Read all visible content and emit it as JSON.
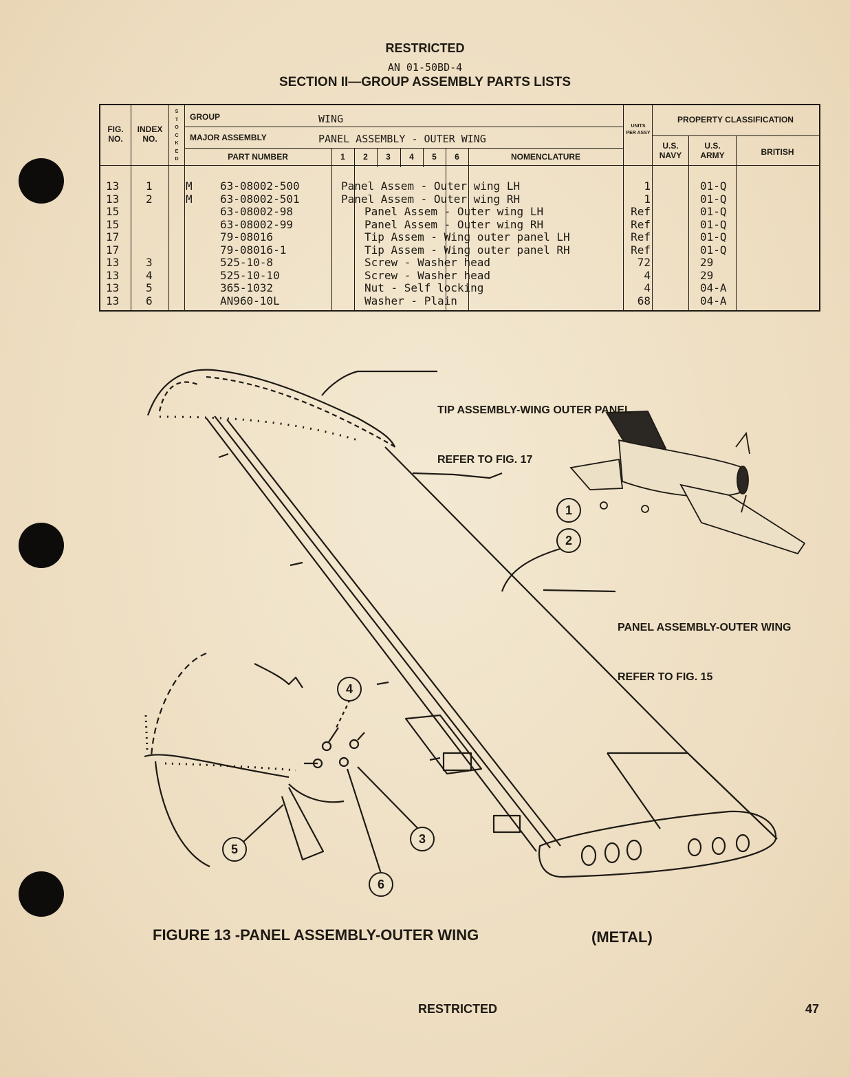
{
  "header": {
    "restricted": "RESTRICTED",
    "doc_number": "AN 01-50BD-4",
    "section_title": "SECTION II—GROUP ASSEMBLY PARTS LISTS"
  },
  "table": {
    "col_fig_no": "FIG. NO.",
    "col_index_no": "INDEX NO.",
    "col_stocked": [
      "S",
      "T",
      "O",
      "C",
      "K",
      "E",
      "D"
    ],
    "group_label": "GROUP",
    "group_value": "WING",
    "major_assembly_label": "MAJOR ASSEMBLY",
    "major_assembly_value": "PANEL ASSEMBLY - OUTER WING",
    "part_number_label": "PART NUMBER",
    "indent_cols": [
      "1",
      "2",
      "3",
      "4",
      "5",
      "6"
    ],
    "nomenclature_label": "NOMENCLATURE",
    "units_per_assy": "UNITS PER ASSY",
    "property_classification": "PROPERTY CLASSIFICATION",
    "us_navy": "U.S. NAVY",
    "us_army": "U.S. ARMY",
    "british": "BRITISH",
    "rows": [
      {
        "fig": "13",
        "index": "1",
        "stocked": "M",
        "part": "63-08002-500",
        "nomenclature": "Panel Assem - Outer wing LH",
        "indent": 0,
        "units": "1",
        "navy": "",
        "army": "01-Q",
        "british": ""
      },
      {
        "fig": "13",
        "index": "2",
        "stocked": "M",
        "part": "63-08002-501",
        "nomenclature": "Panel Assem - Outer wing RH",
        "indent": 0,
        "units": "1",
        "navy": "",
        "army": "01-Q",
        "british": ""
      },
      {
        "fig": "15",
        "index": "",
        "stocked": "",
        "part": "63-08002-98",
        "nomenclature": "Panel Assem - Outer wing LH",
        "indent": 1,
        "units": "Ref",
        "navy": "",
        "army": "01-Q",
        "british": ""
      },
      {
        "fig": "15",
        "index": "",
        "stocked": "",
        "part": "63-08002-99",
        "nomenclature": "Panel Assem - Outer wing RH",
        "indent": 1,
        "units": "Ref",
        "navy": "",
        "army": "01-Q",
        "british": ""
      },
      {
        "fig": "17",
        "index": "",
        "stocked": "",
        "part": "79-08016",
        "nomenclature": "Tip Assem - Wing outer panel LH",
        "indent": 1,
        "units": "Ref",
        "navy": "",
        "army": "01-Q",
        "british": ""
      },
      {
        "fig": "17",
        "index": "",
        "stocked": "",
        "part": "79-08016-1",
        "nomenclature": "Tip Assem - Wing outer panel RH",
        "indent": 1,
        "units": "Ref",
        "navy": "",
        "army": "01-Q",
        "british": ""
      },
      {
        "fig": "13",
        "index": "3",
        "stocked": "",
        "part": "525-10-8",
        "nomenclature": "Screw - Washer head",
        "indent": 1,
        "units": "72",
        "navy": "",
        "army": "29",
        "british": ""
      },
      {
        "fig": "13",
        "index": "4",
        "stocked": "",
        "part": "525-10-10",
        "nomenclature": "Screw - Washer head",
        "indent": 1,
        "units": "4",
        "navy": "",
        "army": "29",
        "british": ""
      },
      {
        "fig": "13",
        "index": "5",
        "stocked": "",
        "part": "365-1032",
        "nomenclature": "Nut - Self locking",
        "indent": 1,
        "units": "4",
        "navy": "",
        "army": "04-A",
        "british": ""
      },
      {
        "fig": "13",
        "index": "6",
        "stocked": "",
        "part": "AN960-10L",
        "nomenclature": "Washer - Plain",
        "indent": 1,
        "units": "68",
        "navy": "",
        "army": "04-A",
        "british": ""
      }
    ]
  },
  "figure": {
    "tip_label_line1": "TIP ASSEMBLY-WING OUTER PANEL",
    "tip_label_line2": "REFER TO FIG. 17",
    "panel_label_line1": "PANEL ASSEMBLY-OUTER WING",
    "panel_label_line2": "REFER TO FIG. 15",
    "callouts": [
      "1",
      "2",
      "3",
      "4",
      "5",
      "6"
    ],
    "caption": "FIGURE 13 -PANEL ASSEMBLY-OUTER WING",
    "caption_material": "(METAL)"
  },
  "footer": {
    "restricted": "RESTRICTED",
    "page_number": "47"
  }
}
